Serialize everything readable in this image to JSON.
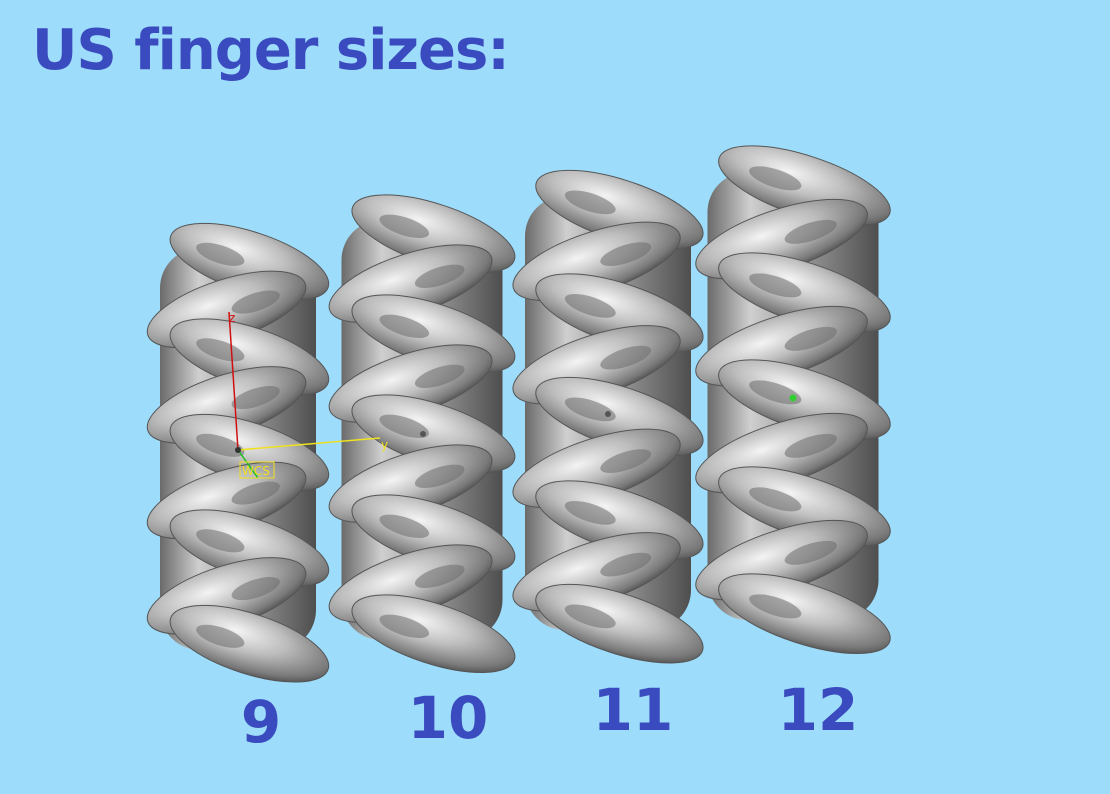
{
  "title": "US finger sizes:",
  "rings": [
    {
      "size_label": "9"
    },
    {
      "size_label": "10"
    },
    {
      "size_label": "11"
    },
    {
      "size_label": "12"
    }
  ],
  "axes": {
    "z_label": "z",
    "y_label": "y",
    "wcs_label": "WCS",
    "z_color": "#d01010",
    "y_color": "#f0e020",
    "x_color": "#20c020"
  },
  "colors": {
    "background": "#9ddcfb",
    "text": "#3a4bbf",
    "metal_light": "#f2f2f2",
    "metal_mid": "#a8a8a8",
    "metal_dark": "#5a5a5a"
  }
}
